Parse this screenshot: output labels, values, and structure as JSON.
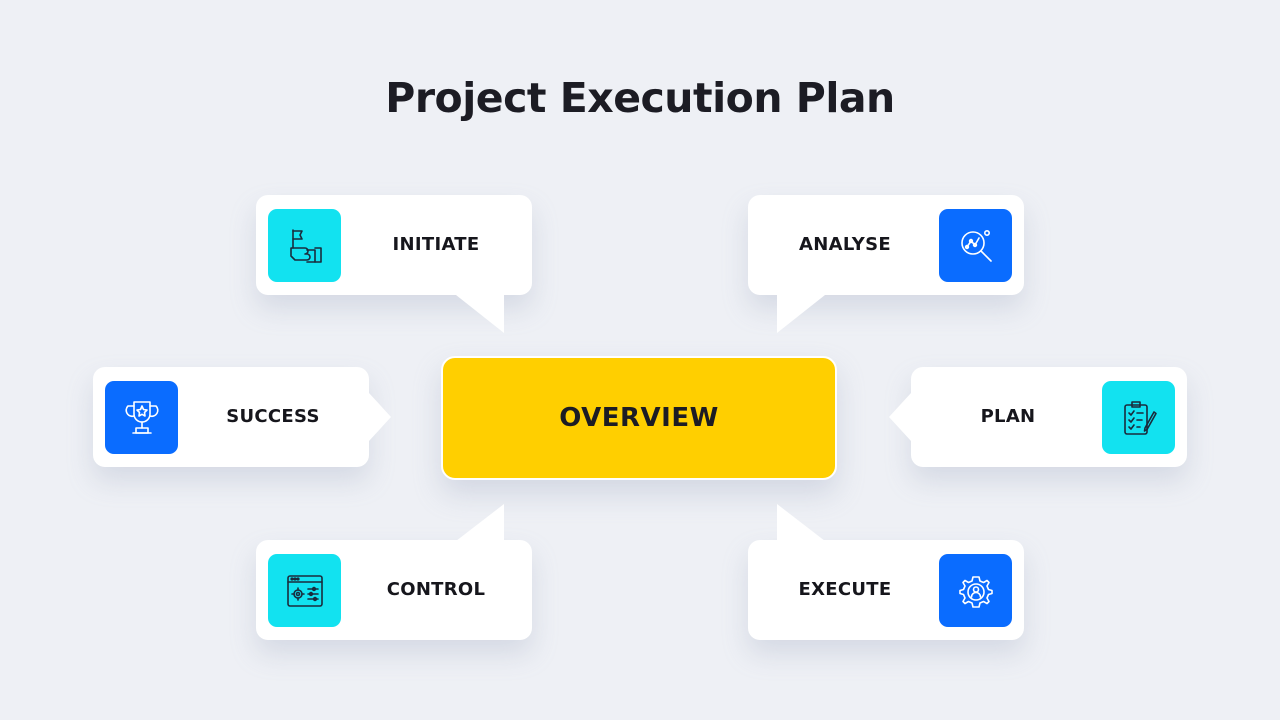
{
  "title": "Project Execution Plan",
  "center": {
    "label": "OVERVIEW"
  },
  "nodes": {
    "initiate": {
      "label": "INITIATE",
      "icon": "flag-hand-icon"
    },
    "analyse": {
      "label": "ANALYSE",
      "icon": "magnify-chart-icon"
    },
    "success": {
      "label": "SUCCESS",
      "icon": "trophy-icon"
    },
    "plan": {
      "label": "PLAN",
      "icon": "clipboard-checklist-icon"
    },
    "control": {
      "label": "CONTROL",
      "icon": "settings-window-icon"
    },
    "execute": {
      "label": "EXECUTE",
      "icon": "gear-user-icon"
    }
  },
  "colors": {
    "background": "#eef0f5",
    "center": "#ffcf00",
    "cyan": "#12e2f0",
    "blue": "#0a6cff",
    "card": "#ffffff"
  }
}
